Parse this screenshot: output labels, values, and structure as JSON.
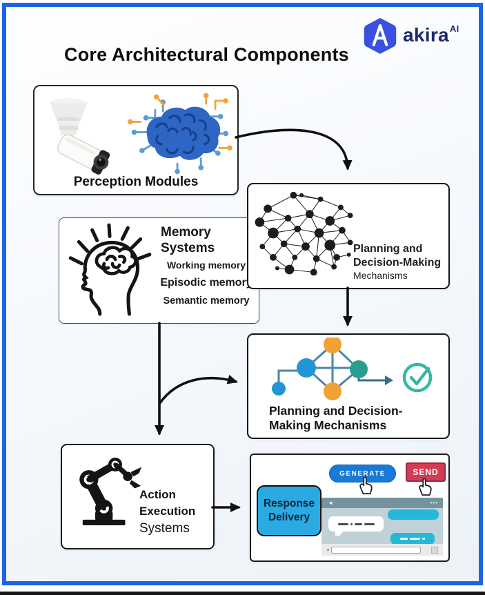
{
  "title": "Core Architectural Components",
  "logo": {
    "brand": "akira",
    "superscript": "AI"
  },
  "perception": {
    "label": "Perception Modules"
  },
  "memory": {
    "title_line1": "Memory",
    "title_line2": "Systems",
    "items": [
      "Working memory",
      "Episodic memory",
      "Semantic memory"
    ]
  },
  "planning_top": {
    "line1": "Planning and",
    "line2": "Decision-Making",
    "line3": "Mechanisms"
  },
  "planning_bottom": {
    "line1": "Planning and Decision-",
    "line2": "Making Mechanisms"
  },
  "action": {
    "line1": "Action",
    "line2": "Execution",
    "line3": "Systems"
  },
  "response": {
    "badge_line1": "Response",
    "badge_line2": "Delivery",
    "generate_label": "GENERATE",
    "send_label": "SEND",
    "chat": {
      "back_glyph": "◄",
      "menu_glyph": "•••"
    }
  },
  "colors": {
    "frame_blue": "#1c64e4",
    "logo_hex_blue": "#3b4fe0",
    "logo_text_navy": "#1c2a6a",
    "badge_blue": "#2aaae1",
    "generate_blue": "#1779d8",
    "send_red": "#d63b55",
    "node_blue": "#2196d6",
    "node_orange": "#f0a236",
    "node_teal": "#279e90",
    "check_teal": "#38b7a3",
    "flow_edge_blue": "#4a85ad",
    "brain_blue": "#2f66c4",
    "trace_blue": "#5b9bd8",
    "trace_orange": "#f2a43c",
    "chat_header_gray": "#75939d",
    "chat_body_gray": "#c0d2d7",
    "chat_bubble_cyan": "#27b8d8"
  }
}
